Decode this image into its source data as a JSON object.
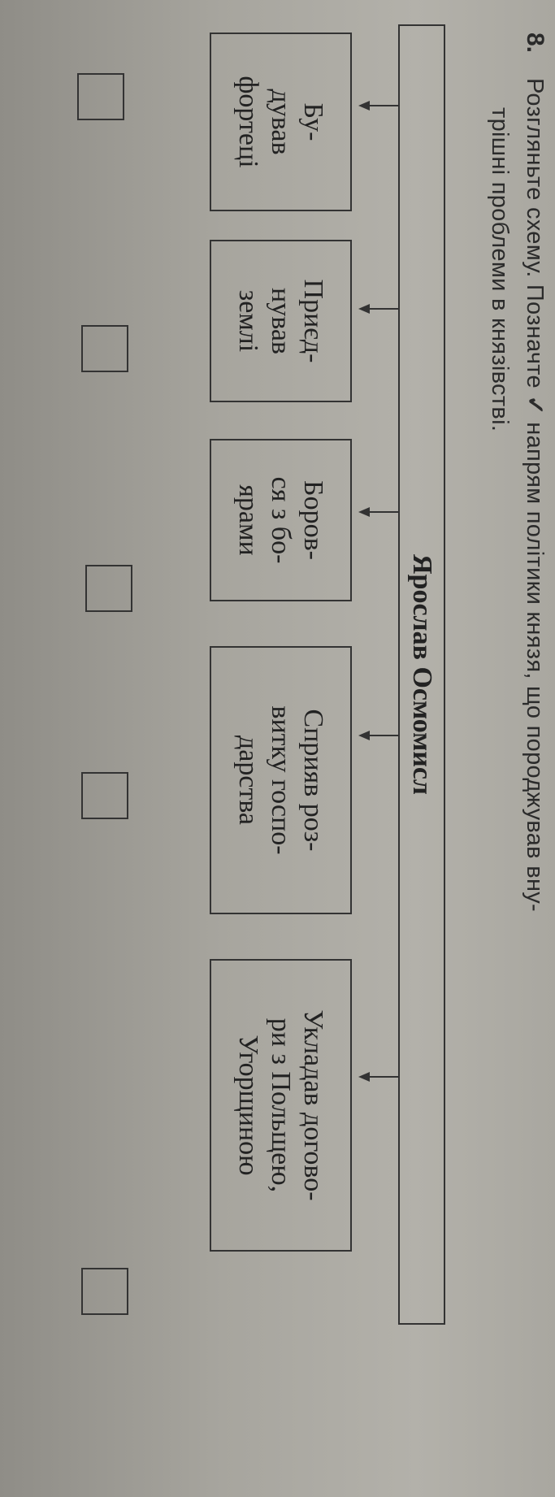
{
  "task": {
    "number": "8.",
    "line1_before": "Розгляньте схему. Позначте",
    "check_mark": "✓",
    "line1_after": "напрям політики князя, що породжував вну-",
    "line2": "трішні проблеми в князівстві."
  },
  "diagram": {
    "title": "Ярослав Осмомисл",
    "items": [
      {
        "label": "Бу-\nдував\nфортеці"
      },
      {
        "label": "Приєд-\nнував\nземлі"
      },
      {
        "label": "Боров-\nся з бо-\nярами"
      },
      {
        "label": "Сприяв роз-\nвитку госпо-\nдарства"
      },
      {
        "label": "Укладав догово-\nри з Польщею,\nУгорщиною"
      }
    ]
  },
  "colors": {
    "ink": "#2b2b2b",
    "paper": "#a7a59e"
  }
}
